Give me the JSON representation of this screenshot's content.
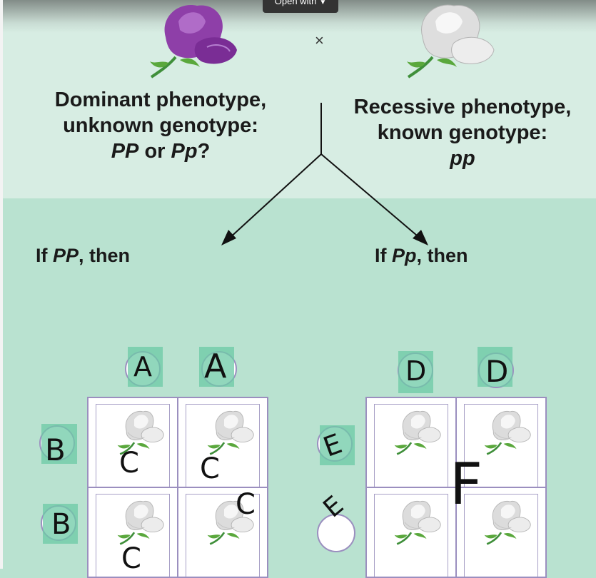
{
  "toolbar": {
    "open_with_label": "Open with"
  },
  "cross_symbol": "×",
  "left_parent": {
    "line1": "Dominant phenotype,",
    "line2": "unknown genotype:",
    "genotype_a": "PP",
    "or_word": " or ",
    "genotype_b": "Pp",
    "question": "?",
    "flower_color": "#8e3fa8"
  },
  "right_parent": {
    "line1": "Recessive phenotype,",
    "line2": "known genotype:",
    "genotype": "pp",
    "flower_color": "#f2f2f2"
  },
  "outcomes": {
    "left": {
      "prefix": "If ",
      "genotype": "PP",
      "suffix": ", then"
    },
    "right": {
      "prefix": "If ",
      "genotype": "Pp",
      "suffix": ", then"
    }
  },
  "annotations": {
    "left_top_1": "A",
    "left_top_2": "A",
    "left_side_1": "B",
    "left_side_2": "B",
    "left_cells": [
      "C",
      "C",
      "C",
      "C"
    ],
    "right_top_1": "D",
    "right_top_2": "D",
    "right_side_1": "E",
    "right_side_2": "E",
    "right_cells": "F"
  },
  "colors": {
    "highlight": "#6cc9a6",
    "grid_border": "#9b8fbf",
    "top_background": "#d7ede3",
    "bottom_background": "#b9e2d0"
  }
}
